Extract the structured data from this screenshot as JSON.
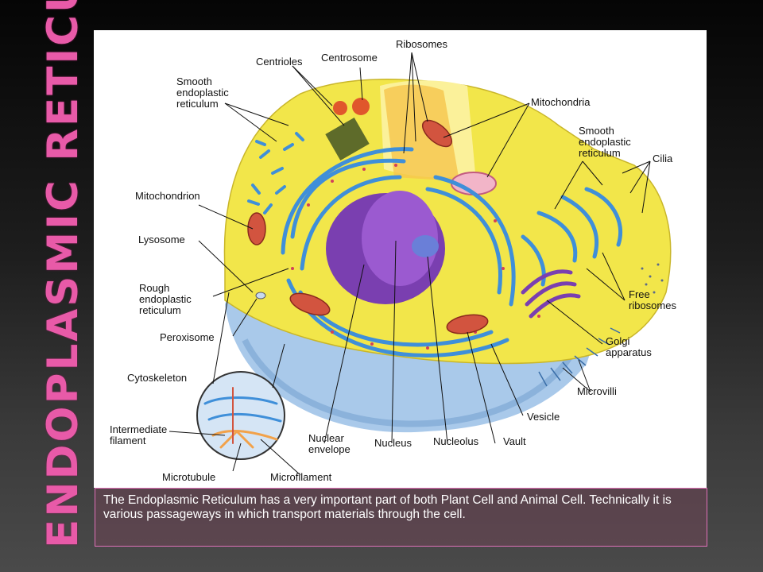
{
  "slide": {
    "title": "ENDOPLASMIC RETICULUM",
    "caption": "The Endoplasmic Reticulum has a very important part of both Plant Cell and Animal Cell. Technically it is various passageways in which transport materials through the cell."
  },
  "diagram": {
    "labels": {
      "smooth_er_left": "Smooth endoplastic reticulum",
      "centrioles": "Centrioles",
      "centrosome": "Centrosome",
      "ribosomes": "Ribosomes",
      "mitochondria": "Mitochondria",
      "smooth_er_right": "Smooth endoplastic reticulum",
      "cilia": "Cilia",
      "mitochondrion": "Mitochondrion",
      "lysosome": "Lysosome",
      "rough_er": "Rough endoplastic reticulum",
      "peroxisome": "Peroxisome",
      "free_ribosomes": "Free ribosomes",
      "golgi": "Golgi apparatus",
      "cytoskeleton": "Cytoskeleton",
      "microvilli": "Microvilli",
      "vesicle": "Vesicle",
      "intermediate_filament": "Intermediate filament",
      "nuclear_envelope": "Nuclear envelope",
      "nucleus": "Nucleus",
      "nucleolus": "Nucleolus",
      "vault": "Vault",
      "microtubule": "Microtubule",
      "microfilament": "Microfilament"
    },
    "colors": {
      "cytoplasm": "#f2e64a",
      "cell_base": "#a9c9ea",
      "nucleus": "#7a3fb0",
      "er": "#3f8fd9",
      "mitochondria": "#d2543f",
      "title": "#e85aa8"
    }
  }
}
